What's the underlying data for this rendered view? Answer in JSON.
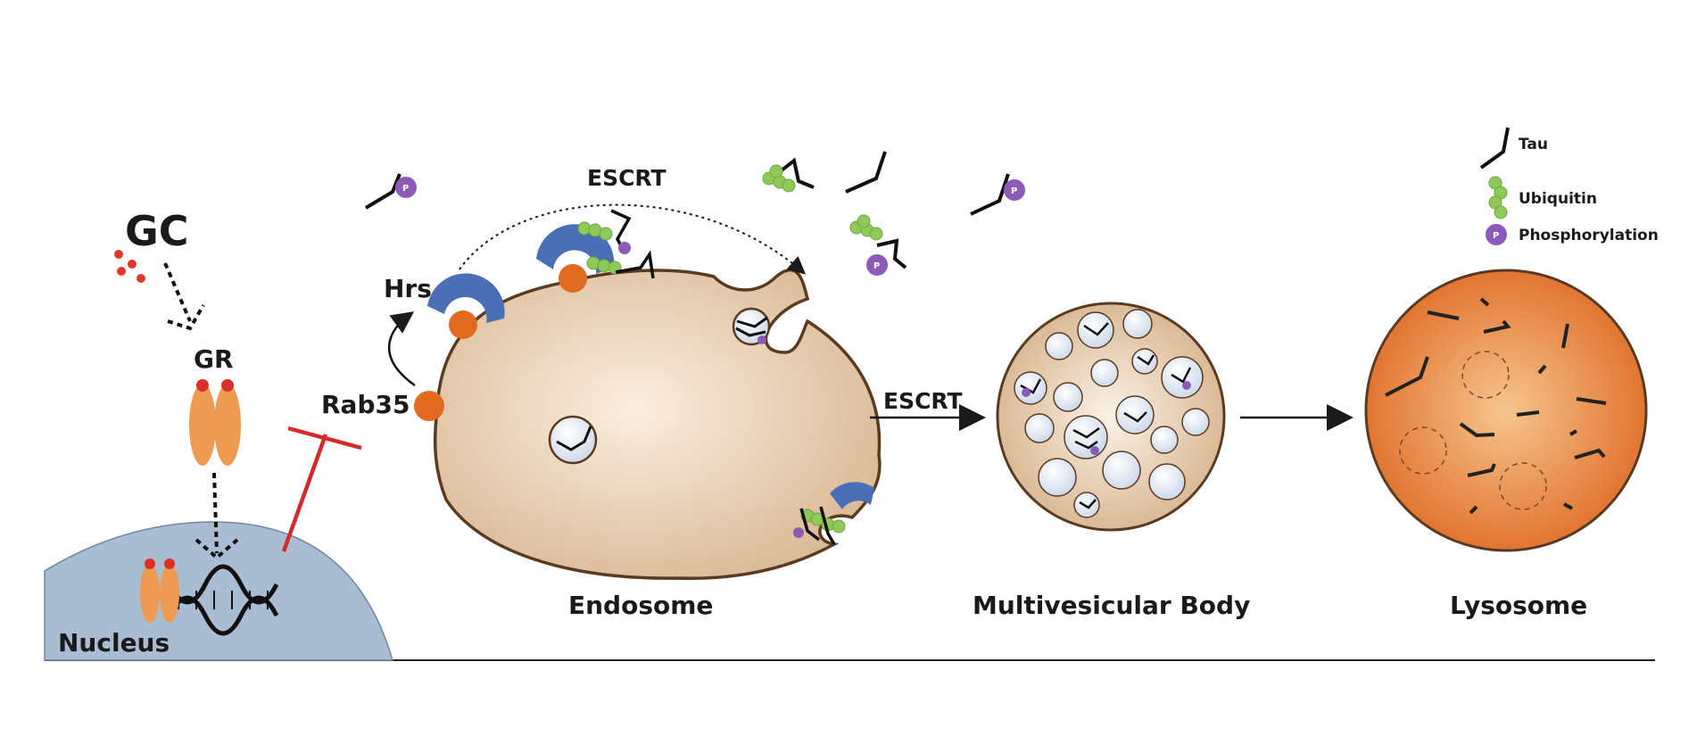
{
  "labels": {
    "gc": "GC",
    "gr": "GR",
    "nucleus": "Nucleus",
    "rab35": "Rab35",
    "hrs": "Hrs",
    "escrt_top": "ESCRT",
    "escrt_arrow": "ESCRT",
    "endosome": "Endosome",
    "mvb": "Multivesicular Body",
    "lysosome": "Lysosome"
  },
  "legend": {
    "tau": "Tau",
    "ubiquitin": "Ubiquitin",
    "phosphorylation": "Phosphorylation",
    "p_symbol": "P"
  },
  "colors": {
    "nucleus": "#a9bcd2",
    "endosome_light": "#f7e6d4",
    "endosome_dark": "#d8b691",
    "membrane": "#5a3b22",
    "orange_protein": "#e06a1f",
    "hrs_blue": "#4a6fb5",
    "gr_orange": "#ef9a52",
    "inhibit_red": "#d42a2a",
    "ubiquitin_green": "#8fc95a",
    "phospho_purple": "#8c5bb7",
    "lysosome_light": "#f4b678",
    "lysosome_dark": "#e06d28",
    "vesicle_fill": "#e3ebf5"
  }
}
